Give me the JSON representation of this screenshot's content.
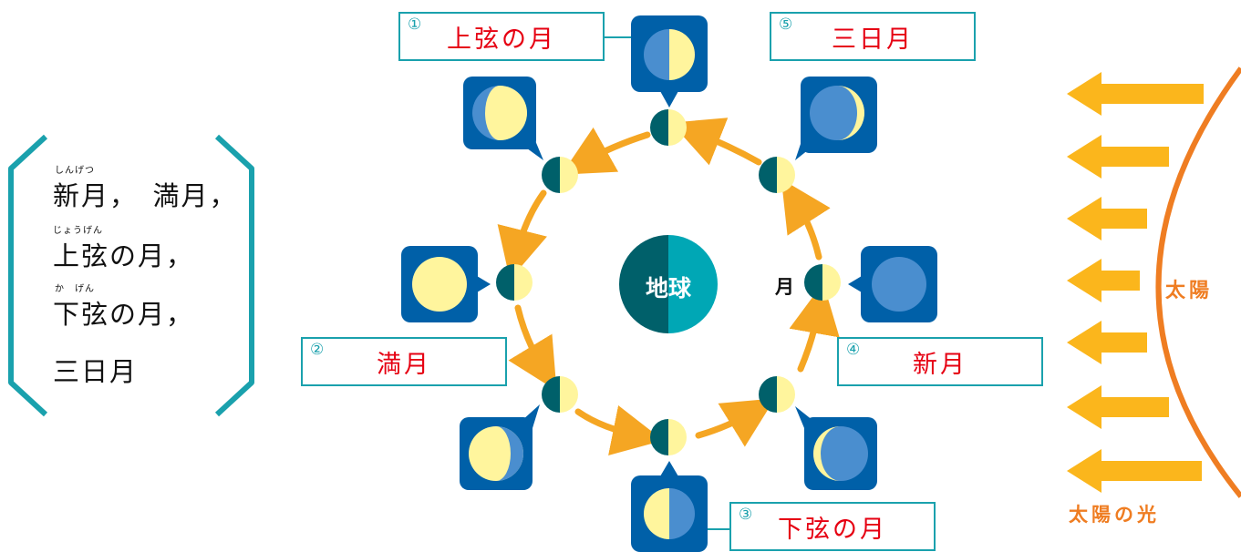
{
  "word_list": {
    "items": [
      {
        "text": "新月，　満月，",
        "ruby": "しんげつ"
      },
      {
        "text": "上弦の月，",
        "ruby": "じょうげん"
      },
      {
        "text": "下弦の月，",
        "ruby": "か　げん"
      },
      {
        "text": "三日月",
        "ruby": ""
      }
    ]
  },
  "labels": [
    {
      "num": "①",
      "name": "上弦の月"
    },
    {
      "num": "②",
      "name": "満月"
    },
    {
      "num": "③",
      "name": "下弦の月"
    },
    {
      "num": "④",
      "name": "新月"
    },
    {
      "num": "⑤",
      "name": "三日月"
    }
  ],
  "earth": {
    "label": "地球"
  },
  "moon": {
    "label": "月"
  },
  "sun": {
    "label": "太陽",
    "light_label": "太陽の光"
  },
  "colors": {
    "teal_box": "#1aa1ad",
    "red_text": "#e60012",
    "moon_dark": "#00606a",
    "moon_light": "#fff59d",
    "card_blue": "#0060a8",
    "moon_blue": "#4a8ecf",
    "arrow_orange": "#f5a623",
    "sun_orange": "#ef7d22",
    "earth_dark": "#00606a",
    "earth_light": "#00a7b5"
  },
  "icons": {
    "orbit_arrow": "curved-arrow",
    "sunlight_arrow": "left-arrow"
  }
}
